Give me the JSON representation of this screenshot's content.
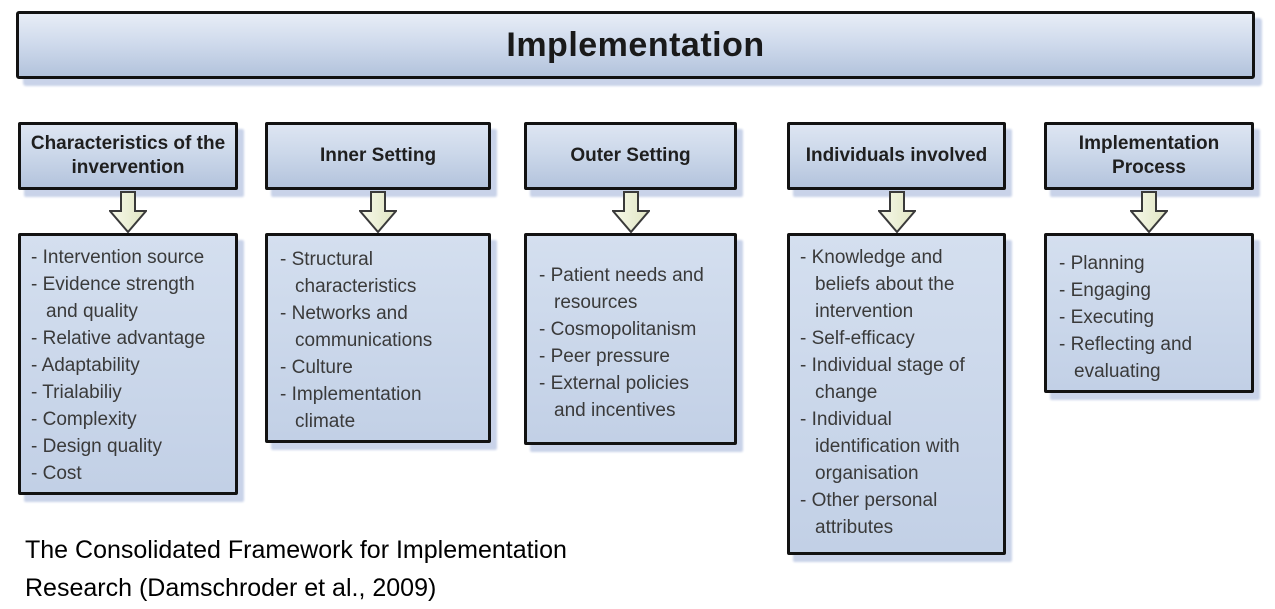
{
  "banner": {
    "title": "Implementation"
  },
  "columns": [
    {
      "header": "Characteristics of the invervention",
      "items": [
        "Intervention source",
        "Evidence strength and quality",
        "Relative advantage",
        "Adaptability",
        "Trialabiliy",
        "Complexity",
        "Design quality",
        "Cost"
      ]
    },
    {
      "header": "Inner Setting",
      "items": [
        "Structural characteristics",
        "Networks and communications",
        "Culture",
        "Implementation climate"
      ]
    },
    {
      "header": "Outer Setting",
      "items": [
        "Patient needs and resources",
        "Cosmopolitanism",
        "Peer pressure",
        "External policies and incentives"
      ]
    },
    {
      "header": "Individuals involved",
      "items": [
        "Knowledge and beliefs about the intervention",
        "Self-efficacy",
        "Individual stage of change",
        "Individual identification with organisation",
        "Other personal attributes"
      ]
    },
    {
      "header": "Implementation Process",
      "items": [
        "Planning",
        "Engaging",
        "Executing",
        "Reflecting and evaluating"
      ]
    }
  ],
  "caption": "The Consolidated Framework for Implementation Research (Damschroder et al., 2009)",
  "icons": {
    "arrow": "down-arrow-icon"
  },
  "colors": {
    "box_fill_top": "#dde5f2",
    "box_fill_bottom": "#b4c4dd",
    "list_fill_top": "#d4dfef",
    "list_fill_bottom": "#c2d0e6",
    "border": "#121212",
    "shadow": "#c9d3e9",
    "arrow_fill": "#eef0da",
    "arrow_stroke": "#3a3a3a",
    "text": "#3a3a3a",
    "background": "#ffffff"
  }
}
